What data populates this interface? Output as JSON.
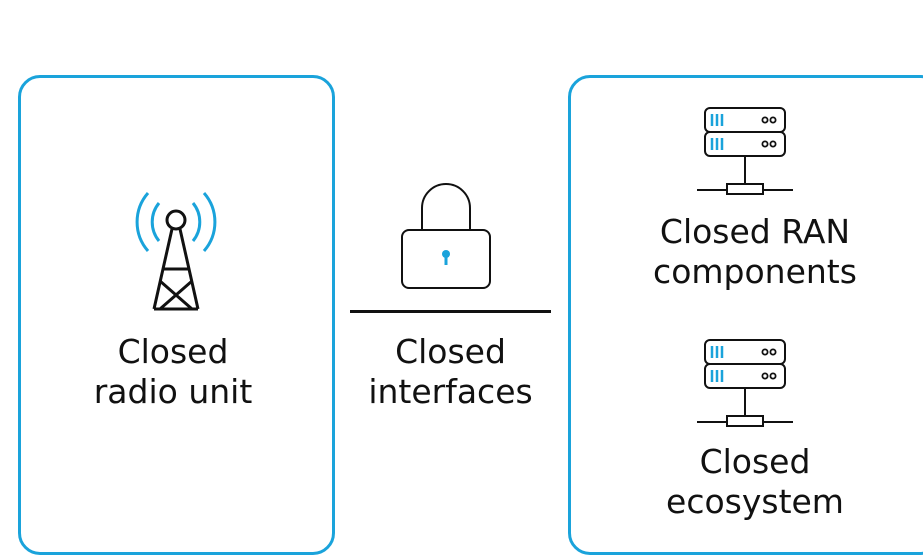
{
  "colors": {
    "accent": "#1aa3db",
    "text": "#111111",
    "background": "#ffffff"
  },
  "radio_unit": {
    "icon": "cell-tower-icon",
    "line1": "Closed",
    "line2": "radio unit"
  },
  "interfaces": {
    "icon": "padlock-icon",
    "line1": "Closed",
    "line2": "interfaces"
  },
  "ran_components": {
    "icon": "server-icon",
    "line1": "Closed RAN",
    "line2": "components"
  },
  "ecosystem": {
    "icon": "server-icon",
    "line1": "Closed",
    "line2": "ecosystem"
  }
}
